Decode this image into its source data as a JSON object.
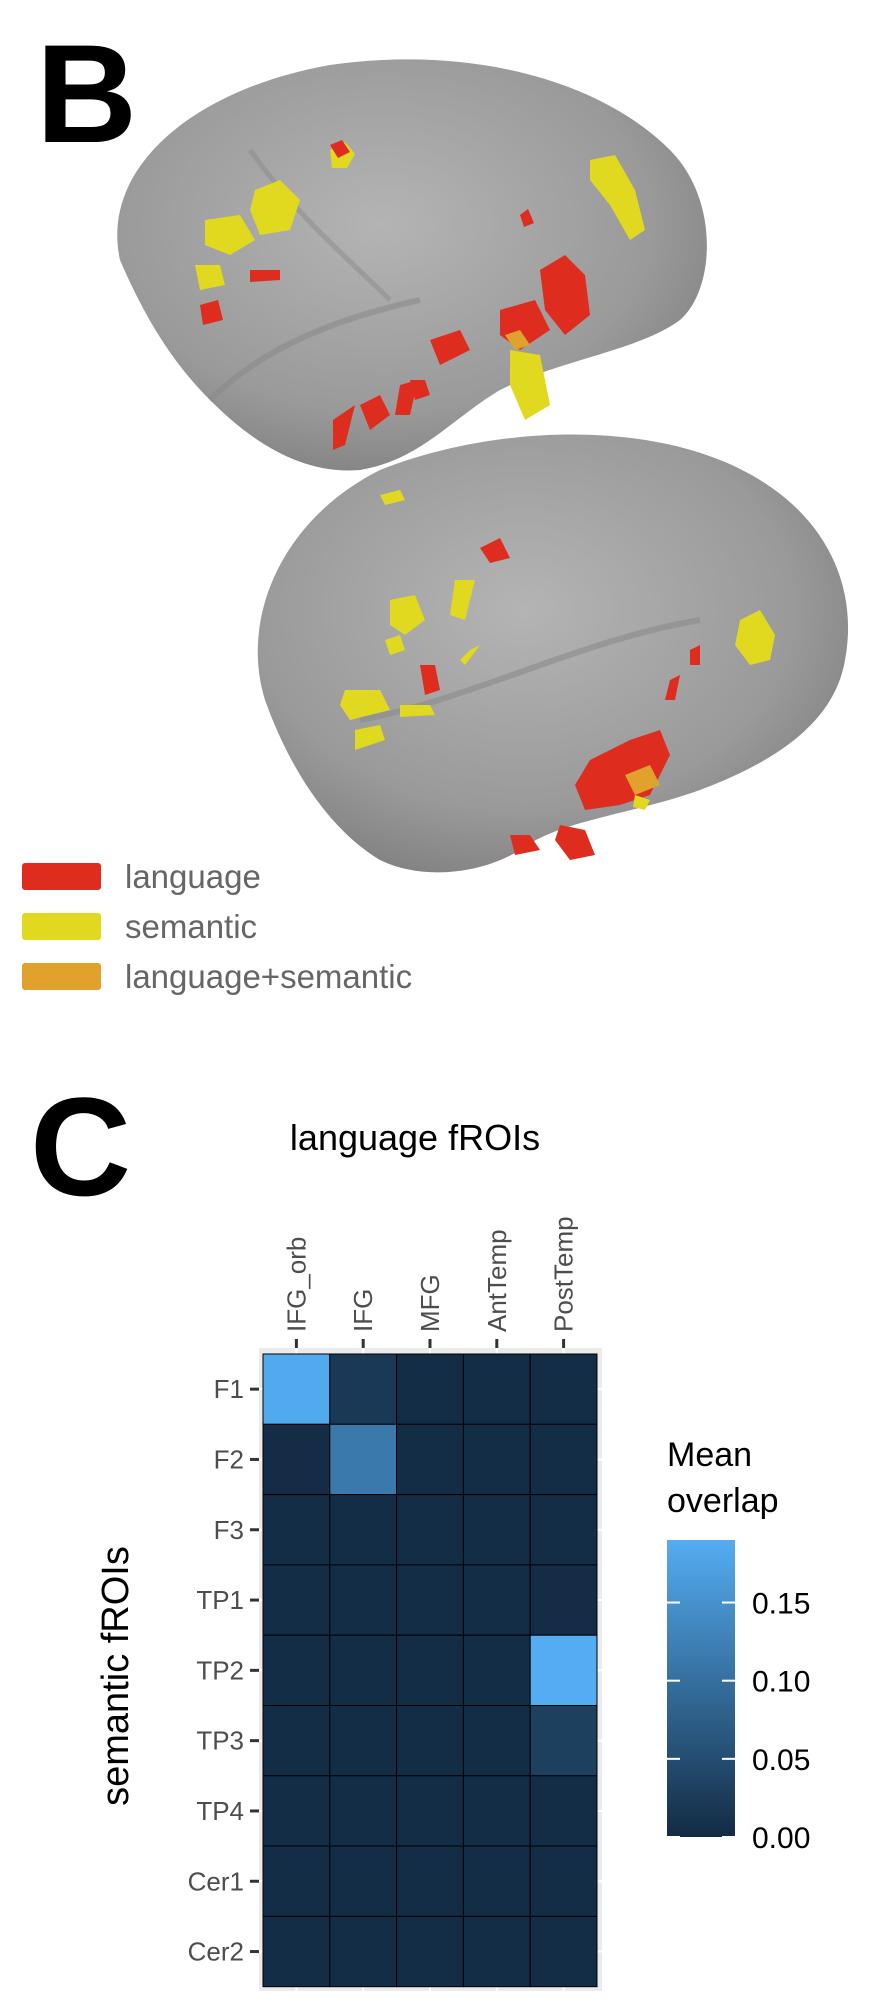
{
  "panel_b": {
    "label": "B",
    "legend": [
      {
        "label": "language",
        "color": "#de2d1f"
      },
      {
        "label": "semantic",
        "color": "#e0d920"
      },
      {
        "label": "language+semantic",
        "color": "#e0a22c"
      }
    ]
  },
  "panel_c": {
    "label": "C"
  },
  "chart_data": {
    "type": "heatmap",
    "title": "language fROIs",
    "xlabel": "language fROIs",
    "ylabel": "semantic fROIs",
    "x": [
      "IFG_orb",
      "IFG",
      "MFG",
      "AntTemp",
      "PostTemp"
    ],
    "y": [
      "F1",
      "F2",
      "F3",
      "TP1",
      "TP2",
      "TP3",
      "TP4",
      "Cer1",
      "Cer2"
    ],
    "values": [
      [
        0.18,
        0.02,
        0.003,
        0.003,
        0.003
      ],
      [
        0.002,
        0.11,
        0.003,
        0.003,
        0.003
      ],
      [
        0.003,
        0.003,
        0.003,
        0.003,
        0.003
      ],
      [
        0.003,
        0.003,
        0.003,
        0.003,
        0.002
      ],
      [
        0.003,
        0.003,
        0.003,
        0.003,
        0.185
      ],
      [
        0.003,
        0.003,
        0.003,
        0.003,
        0.03
      ],
      [
        0.003,
        0.003,
        0.003,
        0.003,
        0.003
      ],
      [
        0.003,
        0.003,
        0.003,
        0.003,
        0.003
      ],
      [
        0.003,
        0.003,
        0.003,
        0.003,
        0.003
      ]
    ],
    "legend_title_lines": [
      "Mean",
      "overlap"
    ],
    "colorbar_ticks": [
      "0.00",
      "0.05",
      "0.10",
      "0.15"
    ],
    "colorbar_tick_values": [
      0,
      0.05,
      0.1,
      0.15
    ],
    "color_range": [
      0,
      0.19
    ],
    "low_color": "#132B43",
    "high_color": "#56B1F7"
  }
}
